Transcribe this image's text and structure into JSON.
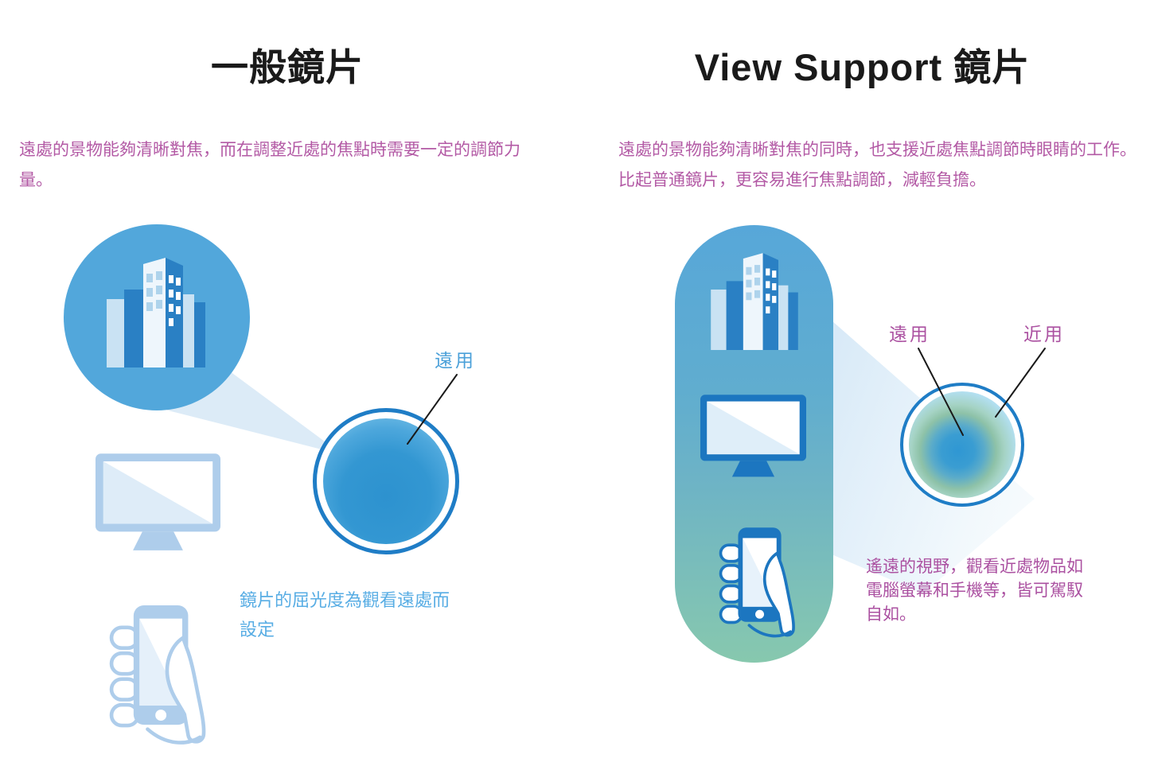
{
  "left": {
    "title": "一般鏡片",
    "description_lines": [
      "遠處的景物能夠清晰對焦，而在調整近處的焦點時需要一定的調節力",
      "量。"
    ],
    "lens_label_distance": "遠用",
    "caption_lines": [
      "鏡片的屈光度為觀看遠處而",
      "設定"
    ]
  },
  "right": {
    "title": "View Support 鏡片",
    "description_lines": [
      "遠處的景物能夠清晰對焦的同時，也支援近處焦點調節時眼睛的工作。",
      "比起普通鏡片，更容易進行焦點調節，減輕負擔。"
    ],
    "lens_label_distance": "遠用",
    "lens_label_near": "近用",
    "caption_lines": [
      "遙遠的視野，觀看近處物品如",
      "電腦螢幕和手機等，皆可駕馭",
      "自如。"
    ]
  },
  "icons": {
    "scene": "buildings-icon",
    "monitor": "monitor-icon",
    "phone": "phone-in-hand-icon",
    "lens": "lens-icon",
    "beam": "light-beam"
  },
  "colors": {
    "title_text": "#1a1a1a",
    "magenta_text": "#b35aa5",
    "blue_caption": "#58ade4",
    "blue_label": "#4aa0d9",
    "scene_circle": "#52a7db",
    "building_dark": "#2a80c4",
    "building_light": "#c9e2f3",
    "lens_ring": "#1f7dc6",
    "pill_gradient_top": "#57a7d9",
    "pill_gradient_bottom": "#87c8ae",
    "beam": "#dcebf7",
    "icon_pale": "#aecdeb",
    "icon_dark": "#1c76c0",
    "pointer_line": "#1a1a1a"
  }
}
